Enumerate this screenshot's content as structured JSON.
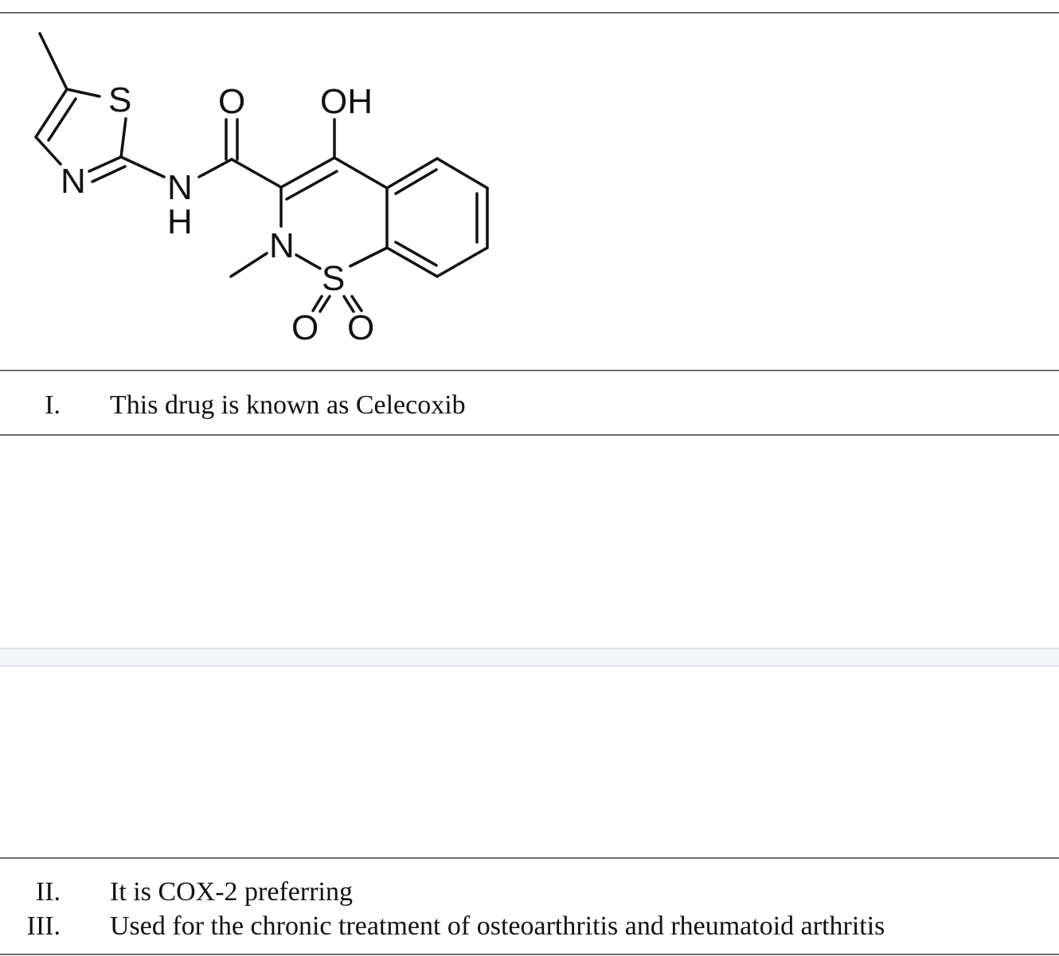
{
  "structure": {
    "atoms": {
      "s_thiazole": "S",
      "n_thiazole": "N",
      "n_amide": "N",
      "h_amide": "H",
      "o_carbonyl": "O",
      "oh": "OH",
      "n_ring": "N",
      "s_ring": "S",
      "o_sulfonyl_left": "O",
      "o_sulfonyl_right": "O"
    }
  },
  "statements": [
    {
      "numeral": "I.",
      "text": "This drug is known as Celecoxib"
    },
    {
      "numeral": "II.",
      "text": "It is COX-2 preferring"
    },
    {
      "numeral": "III.",
      "text": "Used for the chronic treatment of osteoarthritis and rheumatoid arthritis"
    }
  ]
}
